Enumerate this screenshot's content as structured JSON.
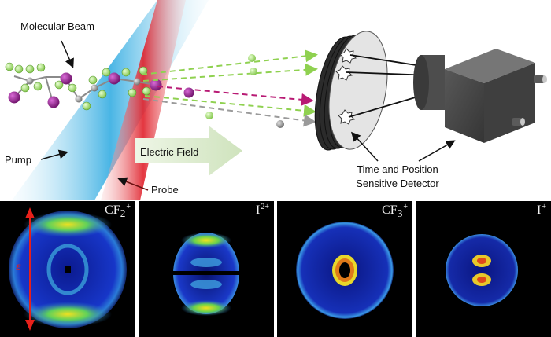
{
  "labels": {
    "molecular_beam": "Molecular Beam",
    "pump": "Pump",
    "probe": "Probe",
    "electric_field": "Electric Field",
    "detector_line1": "Time and Position",
    "detector_line2": "Sensitive Detector",
    "polarization": "ε"
  },
  "panels": [
    {
      "ion": "CF",
      "sub": "2",
      "sup": "+"
    },
    {
      "ion": "I",
      "sub": "",
      "sup": "2+"
    },
    {
      "ion": "CF",
      "sub": "3",
      "sup": "+"
    },
    {
      "ion": "I",
      "sub": "",
      "sup": "+"
    }
  ],
  "colors": {
    "pump": "#29a8e0",
    "probe": "#e0202a",
    "fluorine": "#9be15a",
    "iodine": "#8e1f8c",
    "carbon": "#9a9a9a",
    "field_arrow": "#dcebcc",
    "detector_body": "#444444",
    "polarization_arrow": "#e8201a"
  }
}
